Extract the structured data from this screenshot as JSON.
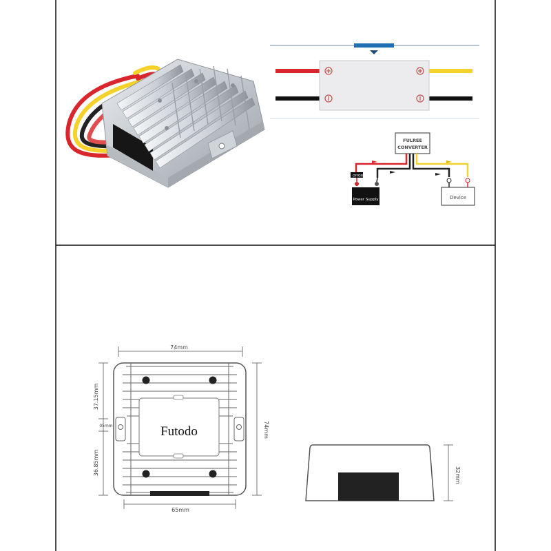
{
  "top_panel": {
    "wiring_diagram": {
      "converter_label_line1": "FULREE",
      "converter_label_line2": "CONVERTER",
      "switch_label_off": "OFF",
      "switch_label_on": "ON",
      "power_supply_label": "Power Supply",
      "device_label": "Device"
    },
    "wire_colors": {
      "input_positive": "#d9262c",
      "input_negative": "#111111",
      "output_positive": "#f5d22b",
      "output_negative": "#111111",
      "marker": "#1f6fb2"
    }
  },
  "bottom_panel": {
    "front_view": {
      "width_label": "74mm",
      "height_label": "74mm",
      "upper_section_label": "37.15mm",
      "gap_label": "05mm",
      "lower_section_label": "36.85mm",
      "base_width_label": "65mm",
      "brand_text": "Futodo"
    },
    "side_view": {
      "height_label": "32mm"
    }
  }
}
